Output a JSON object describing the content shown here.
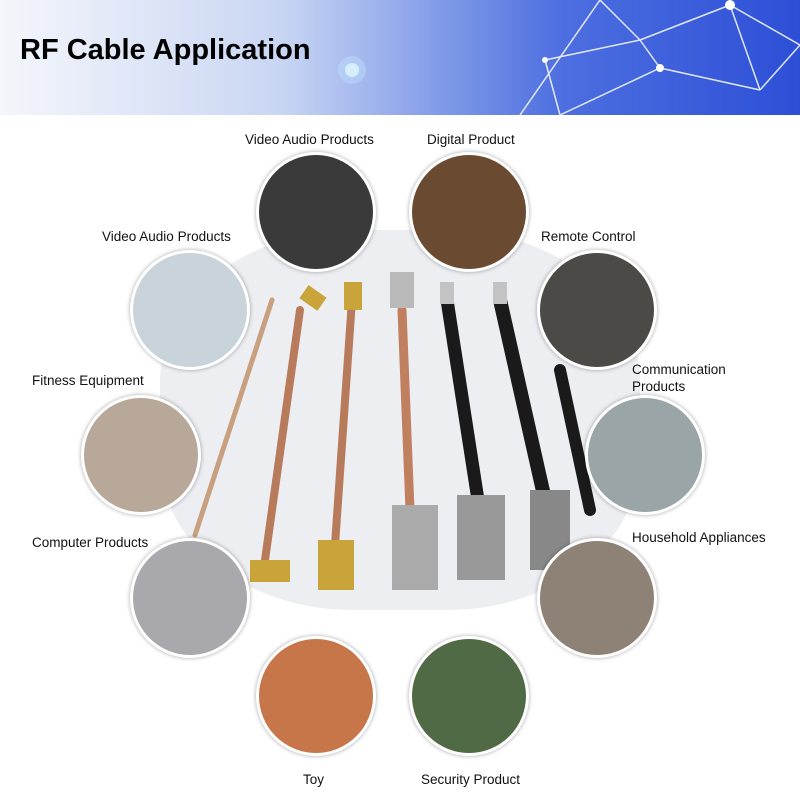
{
  "title": "RF Cable Application",
  "applications": [
    {
      "label": "Video Audio Products",
      "color": "#3a3a3a"
    },
    {
      "label": "Digital Product",
      "color": "#6b4a32"
    },
    {
      "label": "Video Audio Products",
      "color": "#c9d3da"
    },
    {
      "label": "Remote Control",
      "color": "#4c4a47"
    },
    {
      "label": "Fitness Equipment",
      "color": "#b7a89a"
    },
    {
      "label": "Communication Products",
      "color": "#9aa5a8"
    },
    {
      "label": "Computer Products",
      "color": "#a8a8ad"
    },
    {
      "label": "Household Appliances",
      "color": "#8d8275"
    },
    {
      "label": "Toy",
      "color": "#c7764a"
    },
    {
      "label": "Security Product",
      "color": "#4f6a45"
    }
  ]
}
